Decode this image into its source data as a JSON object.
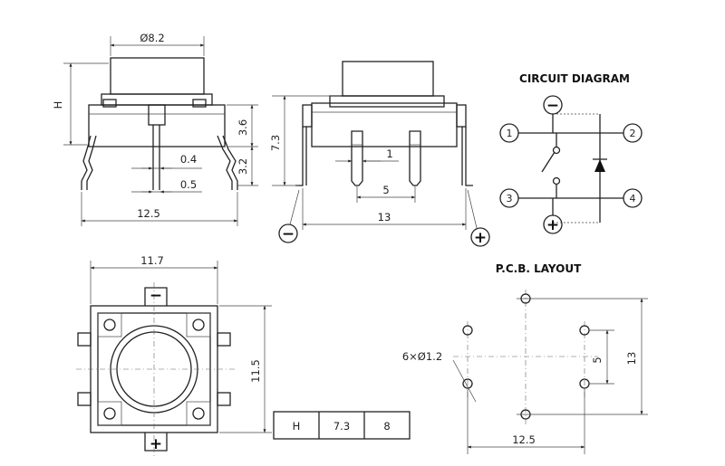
{
  "side_view": {
    "diameter_label": "Ø8.2",
    "height_label": "H",
    "dim_3_6": "3.6",
    "dim_3_2": "3.2",
    "dim_0_4": "0.4",
    "dim_0_5": "0.5",
    "width_label": "12.5"
  },
  "front_view": {
    "height_label": "7.3",
    "pitch_label": "1",
    "spacing_label": "5",
    "width_label": "13",
    "minus_symbol": "−",
    "plus_symbol": "+"
  },
  "circuit": {
    "title": "CIRCUIT DIAGRAM",
    "pins": [
      "1",
      "2",
      "3",
      "4"
    ],
    "minus_symbol": "−",
    "plus_symbol": "+"
  },
  "top_view": {
    "width_label": "11.7",
    "height_label": "11.5",
    "minus_symbol": "−",
    "plus_symbol": "+"
  },
  "table": {
    "cells": [
      "H",
      "7.3",
      "8"
    ]
  },
  "pcb": {
    "title": "P.C.B. LAYOUT",
    "holes_label": "6×Ø1.2",
    "dim_5": "5",
    "dim_13": "13",
    "dim_12_5": "12.5"
  }
}
